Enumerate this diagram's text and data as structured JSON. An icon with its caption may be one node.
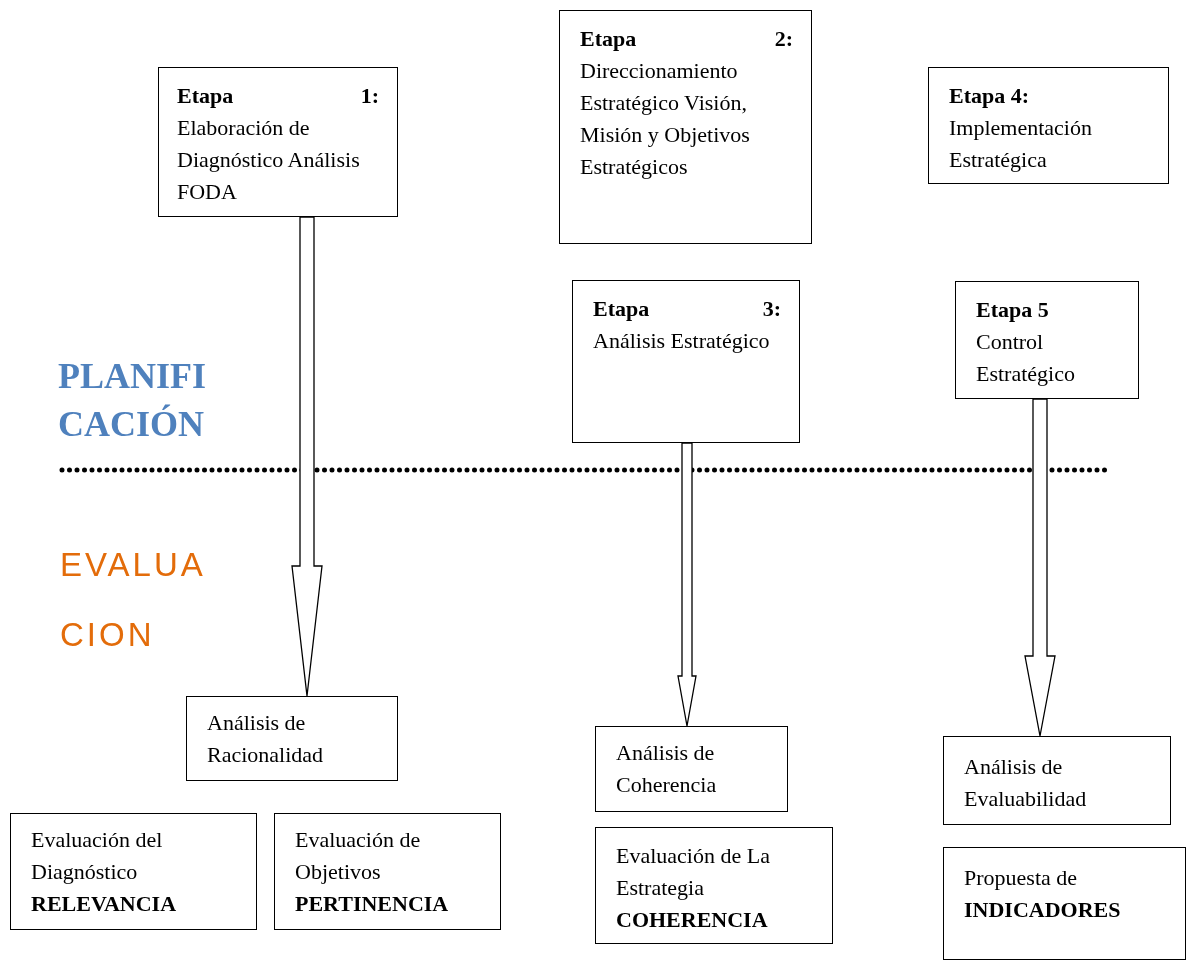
{
  "diagram": {
    "nodes": [
      {
        "text": [
          "Etapa 1:",
          "Elaboración de Diagnóstico Análisis FODA"
        ]
      },
      {
        "text": [
          "Etapa 2:",
          "Direccionamiento Estratégico Visión, Misión y Objetivos Estratégicos"
        ]
      },
      {
        "text": [
          "Etapa 4:",
          "Implementación Estratégica"
        ]
      },
      {
        "text": [
          "Etapa 3:",
          "Análisis Estratégico"
        ]
      },
      {
        "text": [
          "Etapa 5",
          "Control Estratégico"
        ]
      },
      {
        "text": [
          "Análisis de Racionalidad"
        ]
      },
      {
        "text": [
          "Análisis de Coherencia"
        ]
      },
      {
        "text": [
          "Análisis de Evaluabilidad"
        ]
      },
      {
        "text": [
          "Evaluación del Diagnóstico **RELEVANCIA**"
        ]
      },
      {
        "text": [
          "Evaluación de Objetivos **PERTINENCIA**"
        ]
      },
      {
        "text": [
          "Evaluación de La Estrategia **COHERENCIA**"
        ]
      },
      {
        "text": [
          "Propuesta de **INDICADORES**"
        ]
      }
    ],
    "edges": [
      {
        "from": 0,
        "to": 5,
        "arrow": "to"
      },
      {
        "from": 3,
        "to": 6,
        "arrow": "to"
      },
      {
        "from": 4,
        "to": 7,
        "arrow": "to"
      }
    ],
    "labels": [
      "PLANIFI CACIÓN",
      "EVALUA CION"
    ]
  }
}
